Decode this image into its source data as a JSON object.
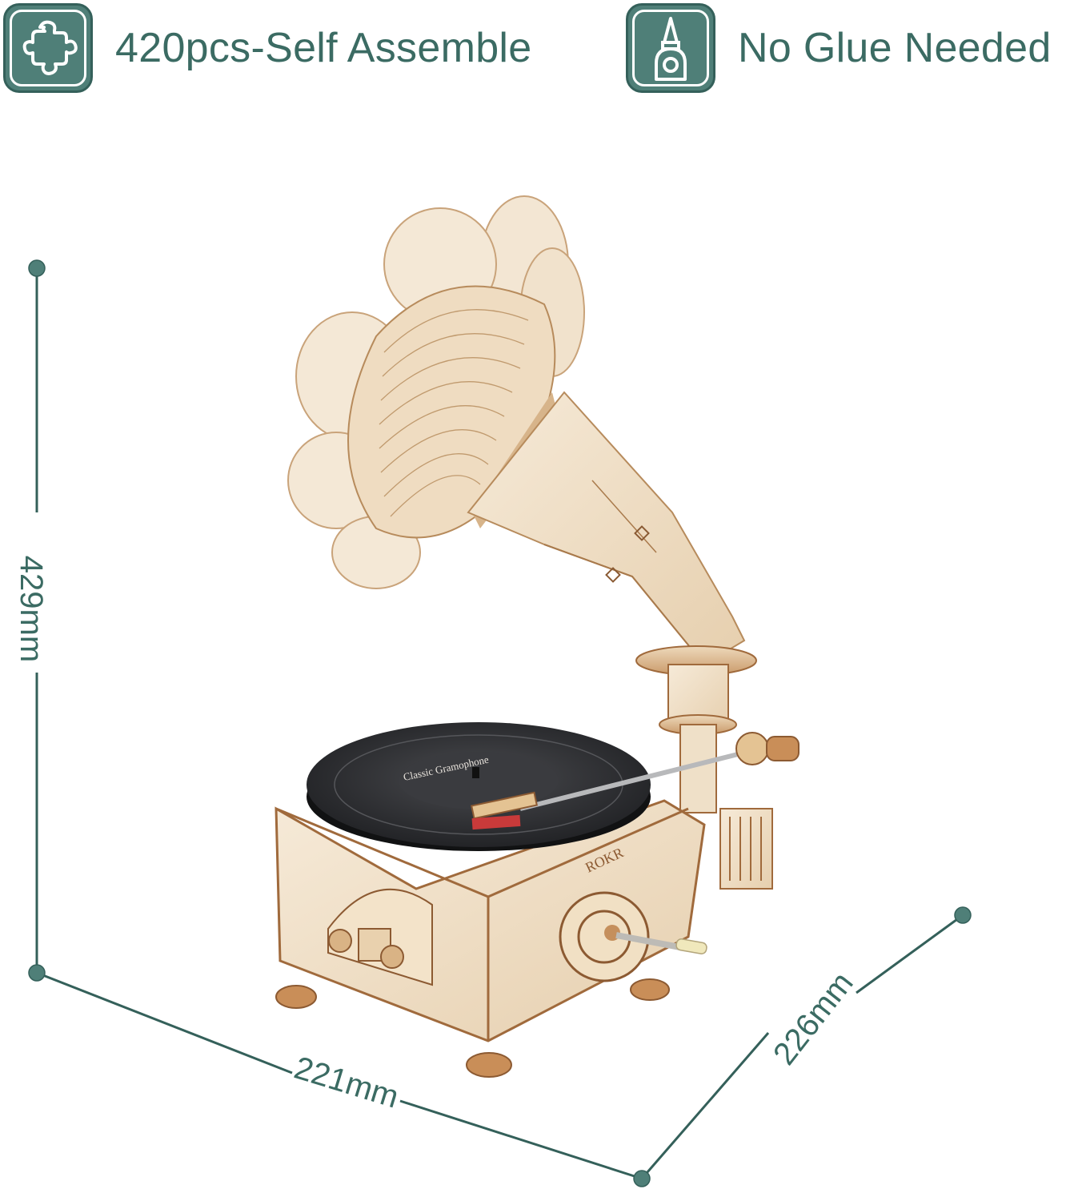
{
  "features": [
    {
      "icon": "puzzle-piece-icon",
      "label": "420pcs-Self Assemble"
    },
    {
      "icon": "glue-bottle-icon",
      "label": "No Glue Needed"
    }
  ],
  "product": {
    "name": "Classic Gramophone",
    "record_label_text": "Classic Gramophone",
    "brand_on_base": "ROKR"
  },
  "dimensions": {
    "height": "429mm",
    "width": "221mm",
    "depth": "226mm"
  },
  "colors": {
    "accent": "#4f7f78",
    "accent_dark": "#34605a",
    "text": "#3b6b63",
    "wood_light": "#f1e2cc",
    "wood_mid": "#e2c49d",
    "wood_dark": "#b77a48",
    "vinyl": "#2c2d30"
  }
}
